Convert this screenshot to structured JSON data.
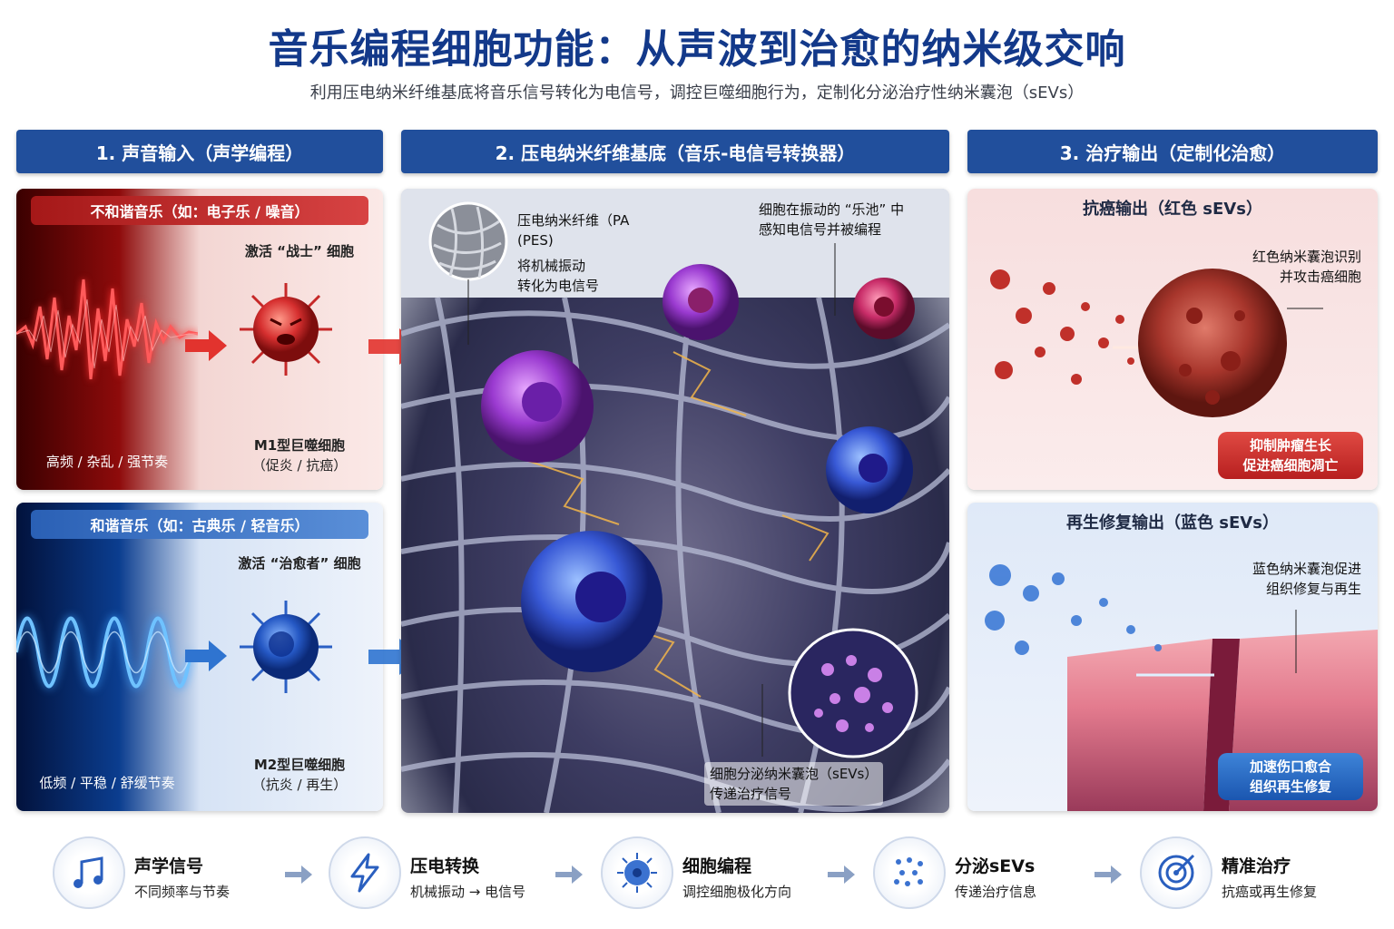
{
  "title": "音乐编程细胞功能：从声波到治愈的纳米级交响",
  "subtitle": "利用压电纳米纤维基底将音乐信号转化为电信号，调控巨噬细胞行为，定制化分泌治疗性纳米囊泡（sEVs）",
  "columns": {
    "col1": "1. 声音输入（声学编程）",
    "col2": "2. 压电纳米纤维基底（音乐-电信号转换器）",
    "col3": "3. 治疗输出（定制化治愈）"
  },
  "dissonant": {
    "label": "不和谐音乐（如：电子乐 / 噪音）",
    "activate": "激活 “战士” 细胞",
    "freq": "高频 / 杂乱 / 强节奏",
    "cell_type": "M1型巨噬细胞",
    "cell_role": "（促炎 / 抗癌）"
  },
  "harmonic": {
    "label": "和谐音乐（如：古典乐 / 轻音乐）",
    "activate": "激活 “治愈者” 细胞",
    "freq": "低频 / 平稳 / 舒缓节奏",
    "cell_type": "M2型巨噬细胞",
    "cell_role": "（抗炎 / 再生）"
  },
  "center": {
    "fiber_title_1": "压电纳米纤维（PA",
    "fiber_title_2": "(PES)",
    "fiber_desc_1": "将机械振动",
    "fiber_desc_2": "转化为电信号",
    "pool_1": "细胞在振动的 “乐池” 中",
    "pool_2": "感知电信号并被编程",
    "sev_1": "细胞分泌纳米囊泡（sEVs）",
    "sev_2": "传递治疗信号"
  },
  "output_red": {
    "title": "抗癌输出（红色 sEVs）",
    "desc_1": "红色纳米囊泡识别",
    "desc_2": "并攻击癌细胞",
    "badge_1": "抑制肿瘤生长",
    "badge_2": "促进癌细胞凋亡"
  },
  "output_blue": {
    "title": "再生修复输出（蓝色 sEVs）",
    "desc_1": "蓝色纳米囊泡促进",
    "desc_2": "组织修复与再生",
    "badge_1": "加速伤口愈合",
    "badge_2": "组织再生修复"
  },
  "flow": [
    {
      "title": "声学信号",
      "sub": "不同频率与节奏",
      "icon": "music-note-icon"
    },
    {
      "title": "压电转换",
      "sub": "机械振动 → 电信号",
      "icon": "lightning-icon"
    },
    {
      "title": "细胞编程",
      "sub": "调控细胞极化方向",
      "icon": "cell-icon"
    },
    {
      "title": "分泌sEVs",
      "sub": "传递治疗信息",
      "icon": "vesicles-icon"
    },
    {
      "title": "精准治疗",
      "sub": "抗癌或再生修复",
      "icon": "target-icon"
    }
  ],
  "colors": {
    "title": "#13398a",
    "header_bar": "#214f9c",
    "red_accent": "#c62828",
    "blue_accent": "#1f5fbf"
  }
}
